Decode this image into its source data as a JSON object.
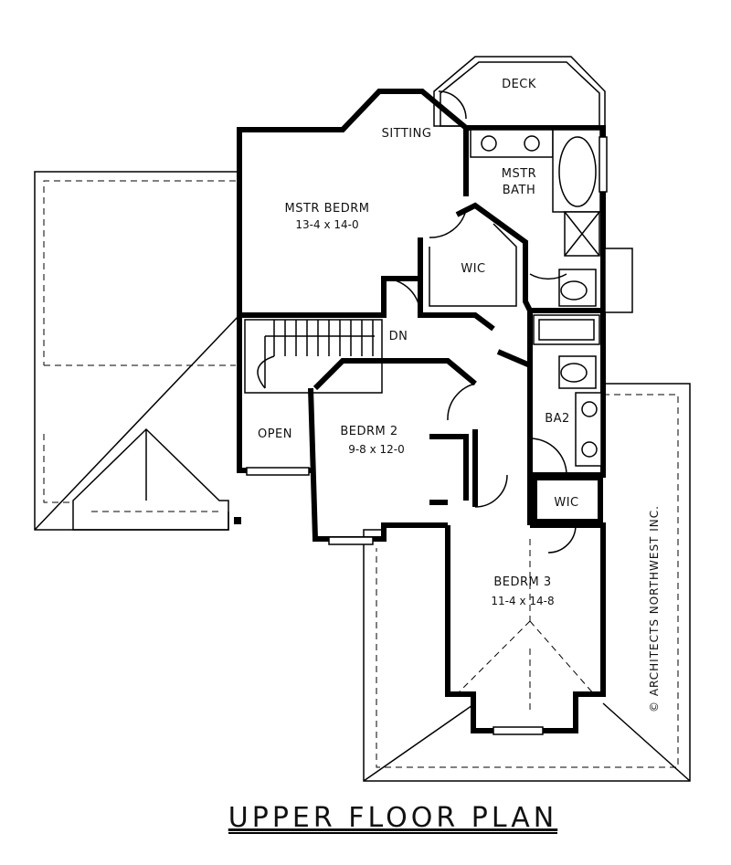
{
  "title": "UPPER FLOOR PLAN",
  "credit": "© ARCHITECTS NORTHWEST INC.",
  "rooms": {
    "deck": {
      "name": "DECK"
    },
    "sitting": {
      "name": "SITTING"
    },
    "mstr_bath": {
      "name_line1": "MSTR",
      "name_line2": "BATH"
    },
    "mstr_bedrm": {
      "name": "MSTR BEDRM",
      "dims": "13-4 x 14-0"
    },
    "wic_master": {
      "name": "WIC"
    },
    "stair": {
      "dn": "DN"
    },
    "open": {
      "name": "OPEN"
    },
    "bedrm2": {
      "name": "BEDRM 2",
      "dims": "9-8 x 12-0"
    },
    "ba2": {
      "name": "BA2"
    },
    "wic_bed3": {
      "name": "WIC"
    },
    "bedrm3": {
      "name": "BEDRM 3",
      "dims": "11-4 x 14-8"
    }
  }
}
